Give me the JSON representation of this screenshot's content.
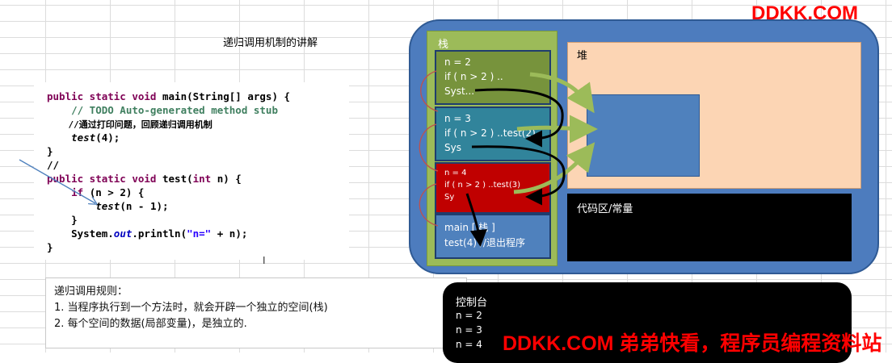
{
  "brand": {
    "top": "DDKK.COM",
    "bottom": "DDKK.COM 弟弟快看，程序员编程资料站"
  },
  "title": "递归调用机制的讲解",
  "code": {
    "lines": [
      "public static void main(String[] args) {",
      "    // TODO Auto-generated method stub",
      "    //通过打印问题，回顾递归调用机制",
      "    test(4);",
      "}",
      "//",
      "public static void test(int n) {",
      "    if (n > 2) {",
      "        test(n - 1);",
      "    }",
      "    System.out.println(\"n=\" + n);",
      "}"
    ]
  },
  "cursor": "I",
  "rules": {
    "heading": "递归调用规则：",
    "items": [
      "1. 当程序执行到一个方法时，就会开辟一个独立的空间(栈)",
      "2. 每个空间的数据(局部变量)，是独立的."
    ]
  },
  "console": {
    "title": "控制台",
    "lines": [
      "n = 2",
      "n = 3",
      "n = 4"
    ]
  },
  "memory": {
    "stack_label": "栈",
    "frames": [
      {
        "lines": [
          "n  = 2",
          "if ( n > 2 ) ..",
          "Syst..."
        ]
      },
      {
        "lines": [
          "n  = 3",
          "if ( n > 2 ) ..test(2)",
          "Sys"
        ]
      },
      {
        "lines": [
          "n  = 4",
          "if ( n > 2 ) ..test(3)",
          "Sy"
        ]
      },
      {
        "lines": [
          "main [ 栈 ]",
          "test(4) //退出程序"
        ]
      }
    ],
    "heap_label": "堆",
    "code_area_label": "代码区/常量"
  },
  "colors": {
    "memory_bg": "#4d7cbe",
    "stack_bg": "#9cbb59",
    "frame1": "#77933c",
    "frame2": "#31849b",
    "frame3": "#c00000",
    "frame4": "#4f81bd",
    "heap_bg": "#fcd5b4",
    "brand": "#ff0000"
  }
}
